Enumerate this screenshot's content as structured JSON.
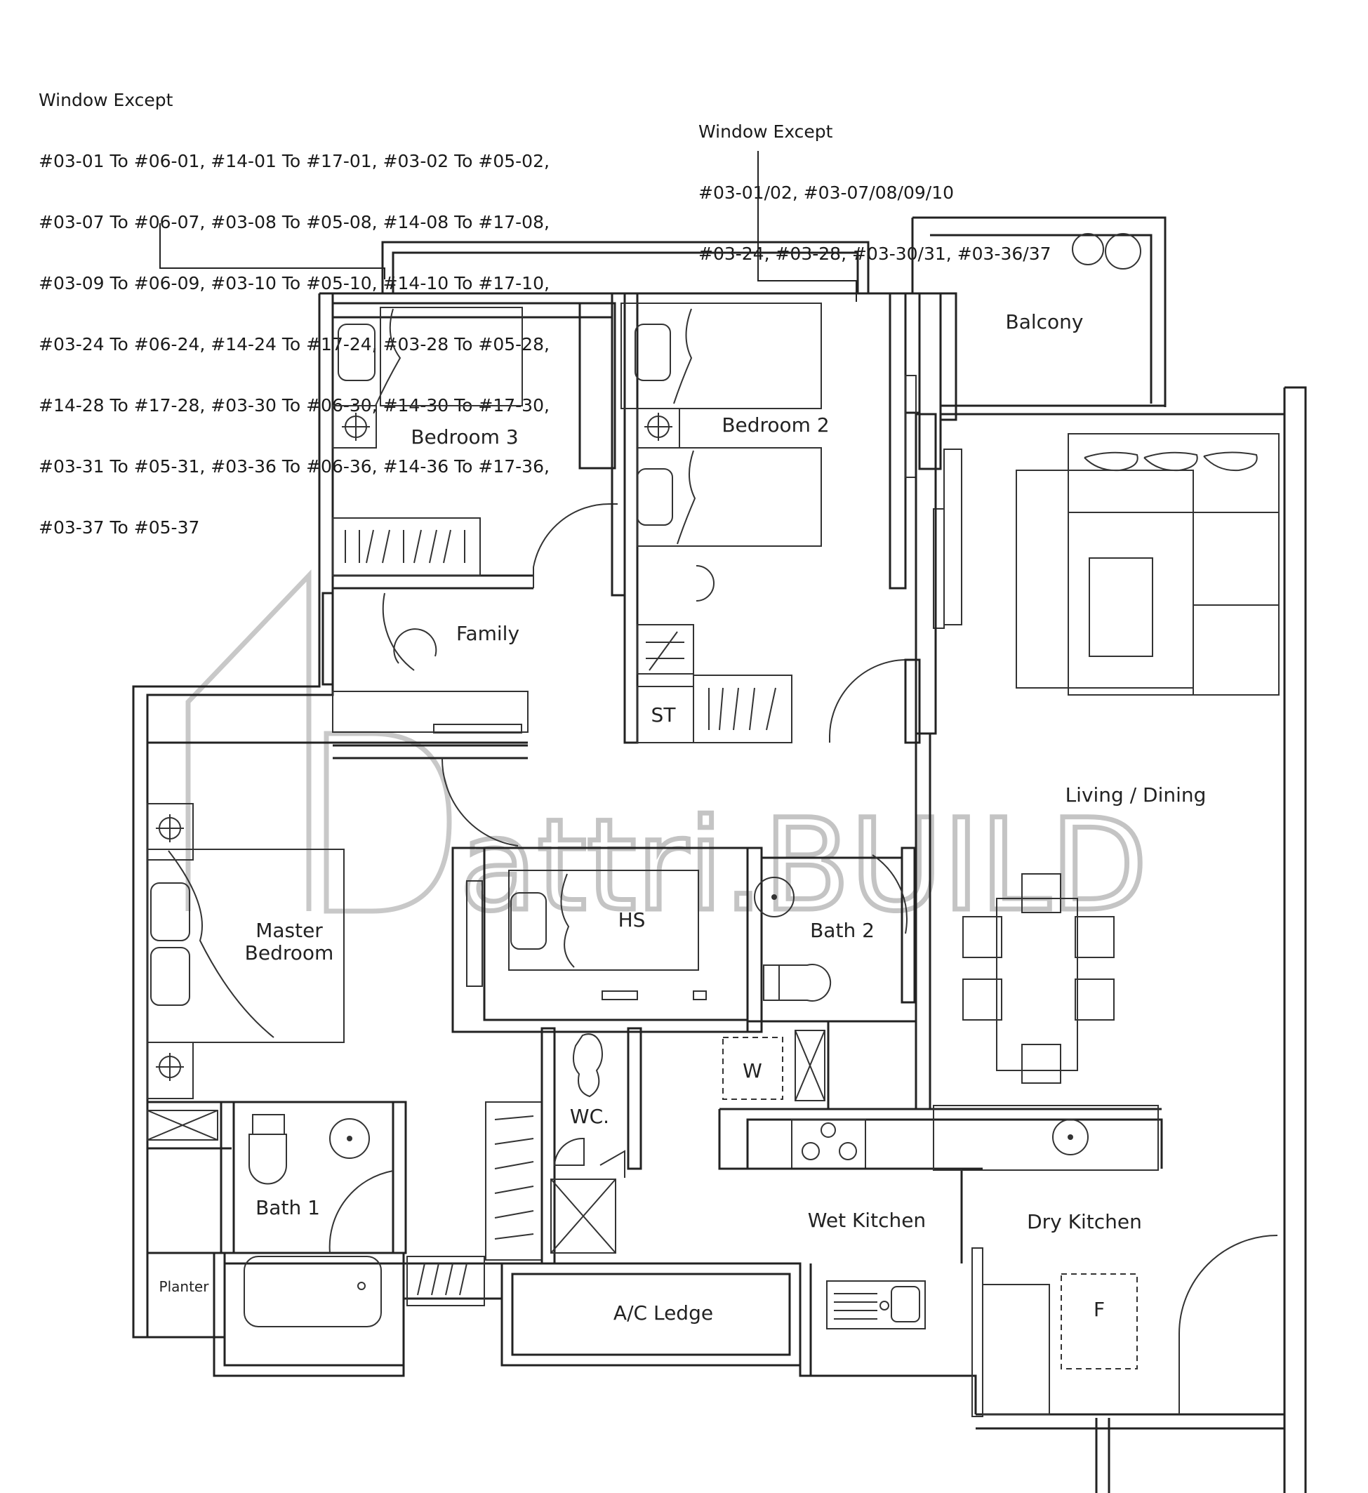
{
  "notes": {
    "left": {
      "title": "Window Except",
      "lines": [
        "#03-01 To #06-01, #14-01 To #17-01, #03-02 To #05-02,",
        "#03-07 To #06-07, #03-08 To #05-08, #14-08 To #17-08,",
        "#03-09 To #06-09, #03-10 To #05-10, #14-10 To #17-10,",
        "#03-24 To #06-24, #14-24 To #17-24, #03-28 To #05-28,",
        "#14-28 To #17-28, #03-30 To #06-30, #14-30 To #17-30,",
        "#03-31 To #05-31, #03-36 To #06-36, #14-36 To #17-36,",
        "#03-37 To #05-37"
      ]
    },
    "right": {
      "title": "Window Except",
      "lines": [
        "#03-01/02, #03-07/08/09/10",
        "#03-24, #03-28, #03-30/31, #03-36/37"
      ]
    }
  },
  "rooms": {
    "balcony": "Balcony",
    "bedroom3": "Bedroom 3",
    "bedroom2": "Bedroom 2",
    "family": "Family",
    "store": "ST",
    "living_dining": "Living / Dining",
    "master_line1": "Master",
    "master_line2": "Bedroom",
    "household_shelter": "HS",
    "bath2": "Bath 2",
    "washer": "W",
    "wc": "WC.",
    "bath1": "Bath 1",
    "wet_kitchen": "Wet Kitchen",
    "dry_kitchen": "Dry Kitchen",
    "planter": "Planter",
    "ac_ledge": "A/C Ledge",
    "fridge": "F"
  },
  "watermark": "attri.BUILD"
}
